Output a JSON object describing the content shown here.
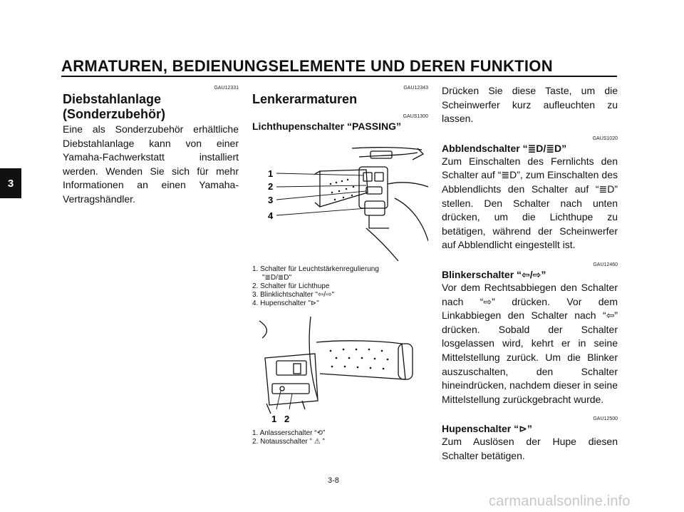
{
  "header": {
    "title": "ARMATUREN, BEDIENUNGSELEMENTE UND DEREN FUNKTION",
    "chapter_tab": "3"
  },
  "left": {
    "code": "GAU12331",
    "title_line1": "Diebstahlanlage",
    "title_line2": "(Sonderzubehör)",
    "body": "Eine als Sonderzubehör erhältliche Diebstahlanlage kann von einer Yamaha-Fachwerkstatt installiert werden. Wenden Sie sich für mehr Informationen an einen Yamaha-Vertragshändler."
  },
  "middle": {
    "code1": "GAU12343",
    "title": "Lenkerarmaturen",
    "code2": "GAUS1300",
    "subtitle": "Lichthupenschalter “PASSING”",
    "fig1_callouts": [
      "1",
      "2",
      "3",
      "4"
    ],
    "fig1_captions": [
      "1. Schalter für Leuchtstärkenregulierung",
      "\"≣D/≣D\"",
      "2. Schalter für Lichthupe",
      "3. Blinklichtschalter \"⇦/⇨\"",
      "4. Hupenschalter \"⊳\""
    ],
    "fig2_callouts": [
      "1",
      "2"
    ],
    "fig2_captions": [
      "1. Anlasserschalter “⟲”",
      "2. Notausschalter ”  ⚠  ”"
    ]
  },
  "right": {
    "intro": "Drücken Sie diese Taste, um die Scheinwerfer kurz aufleuchten zu lassen.",
    "s1_code": "GAUS1020",
    "s1_title": "Abblendschalter “≣D/≣D”",
    "s1_body": "Zum Einschalten des Fernlichts den Schalter auf “≣D”, zum Einschalten des Abblendlichts den Schalter auf “≣D” stellen. Den Schalter nach unten drücken, um die Lichthupe zu betätigen, während der Scheinwerfer auf Abblendlicht eingestellt ist.",
    "s2_code": "GAU12460",
    "s2_title": "Blinkerschalter “⇦/⇨”",
    "s2_body": "Vor dem Rechtsabbiegen den Schalter nach “⇨” drücken. Vor dem Linkabbiegen den Schalter nach “⇦” drücken. Sobald der Schalter losgelassen wird, kehrt er in seine Mittelstellung zurück. Um die Blinker auszuschalten, den Schalter hineindrücken, nachdem dieser in seine Mittelstellung zurückgebracht wurde.",
    "s3_code": "GAU12500",
    "s3_title": "Hupenschalter “⊳”",
    "s3_body": "Zum Auslösen der Hupe diesen Schalter betätigen."
  },
  "footer": {
    "page": "3-8",
    "watermark": "carmanualsonline.info"
  }
}
